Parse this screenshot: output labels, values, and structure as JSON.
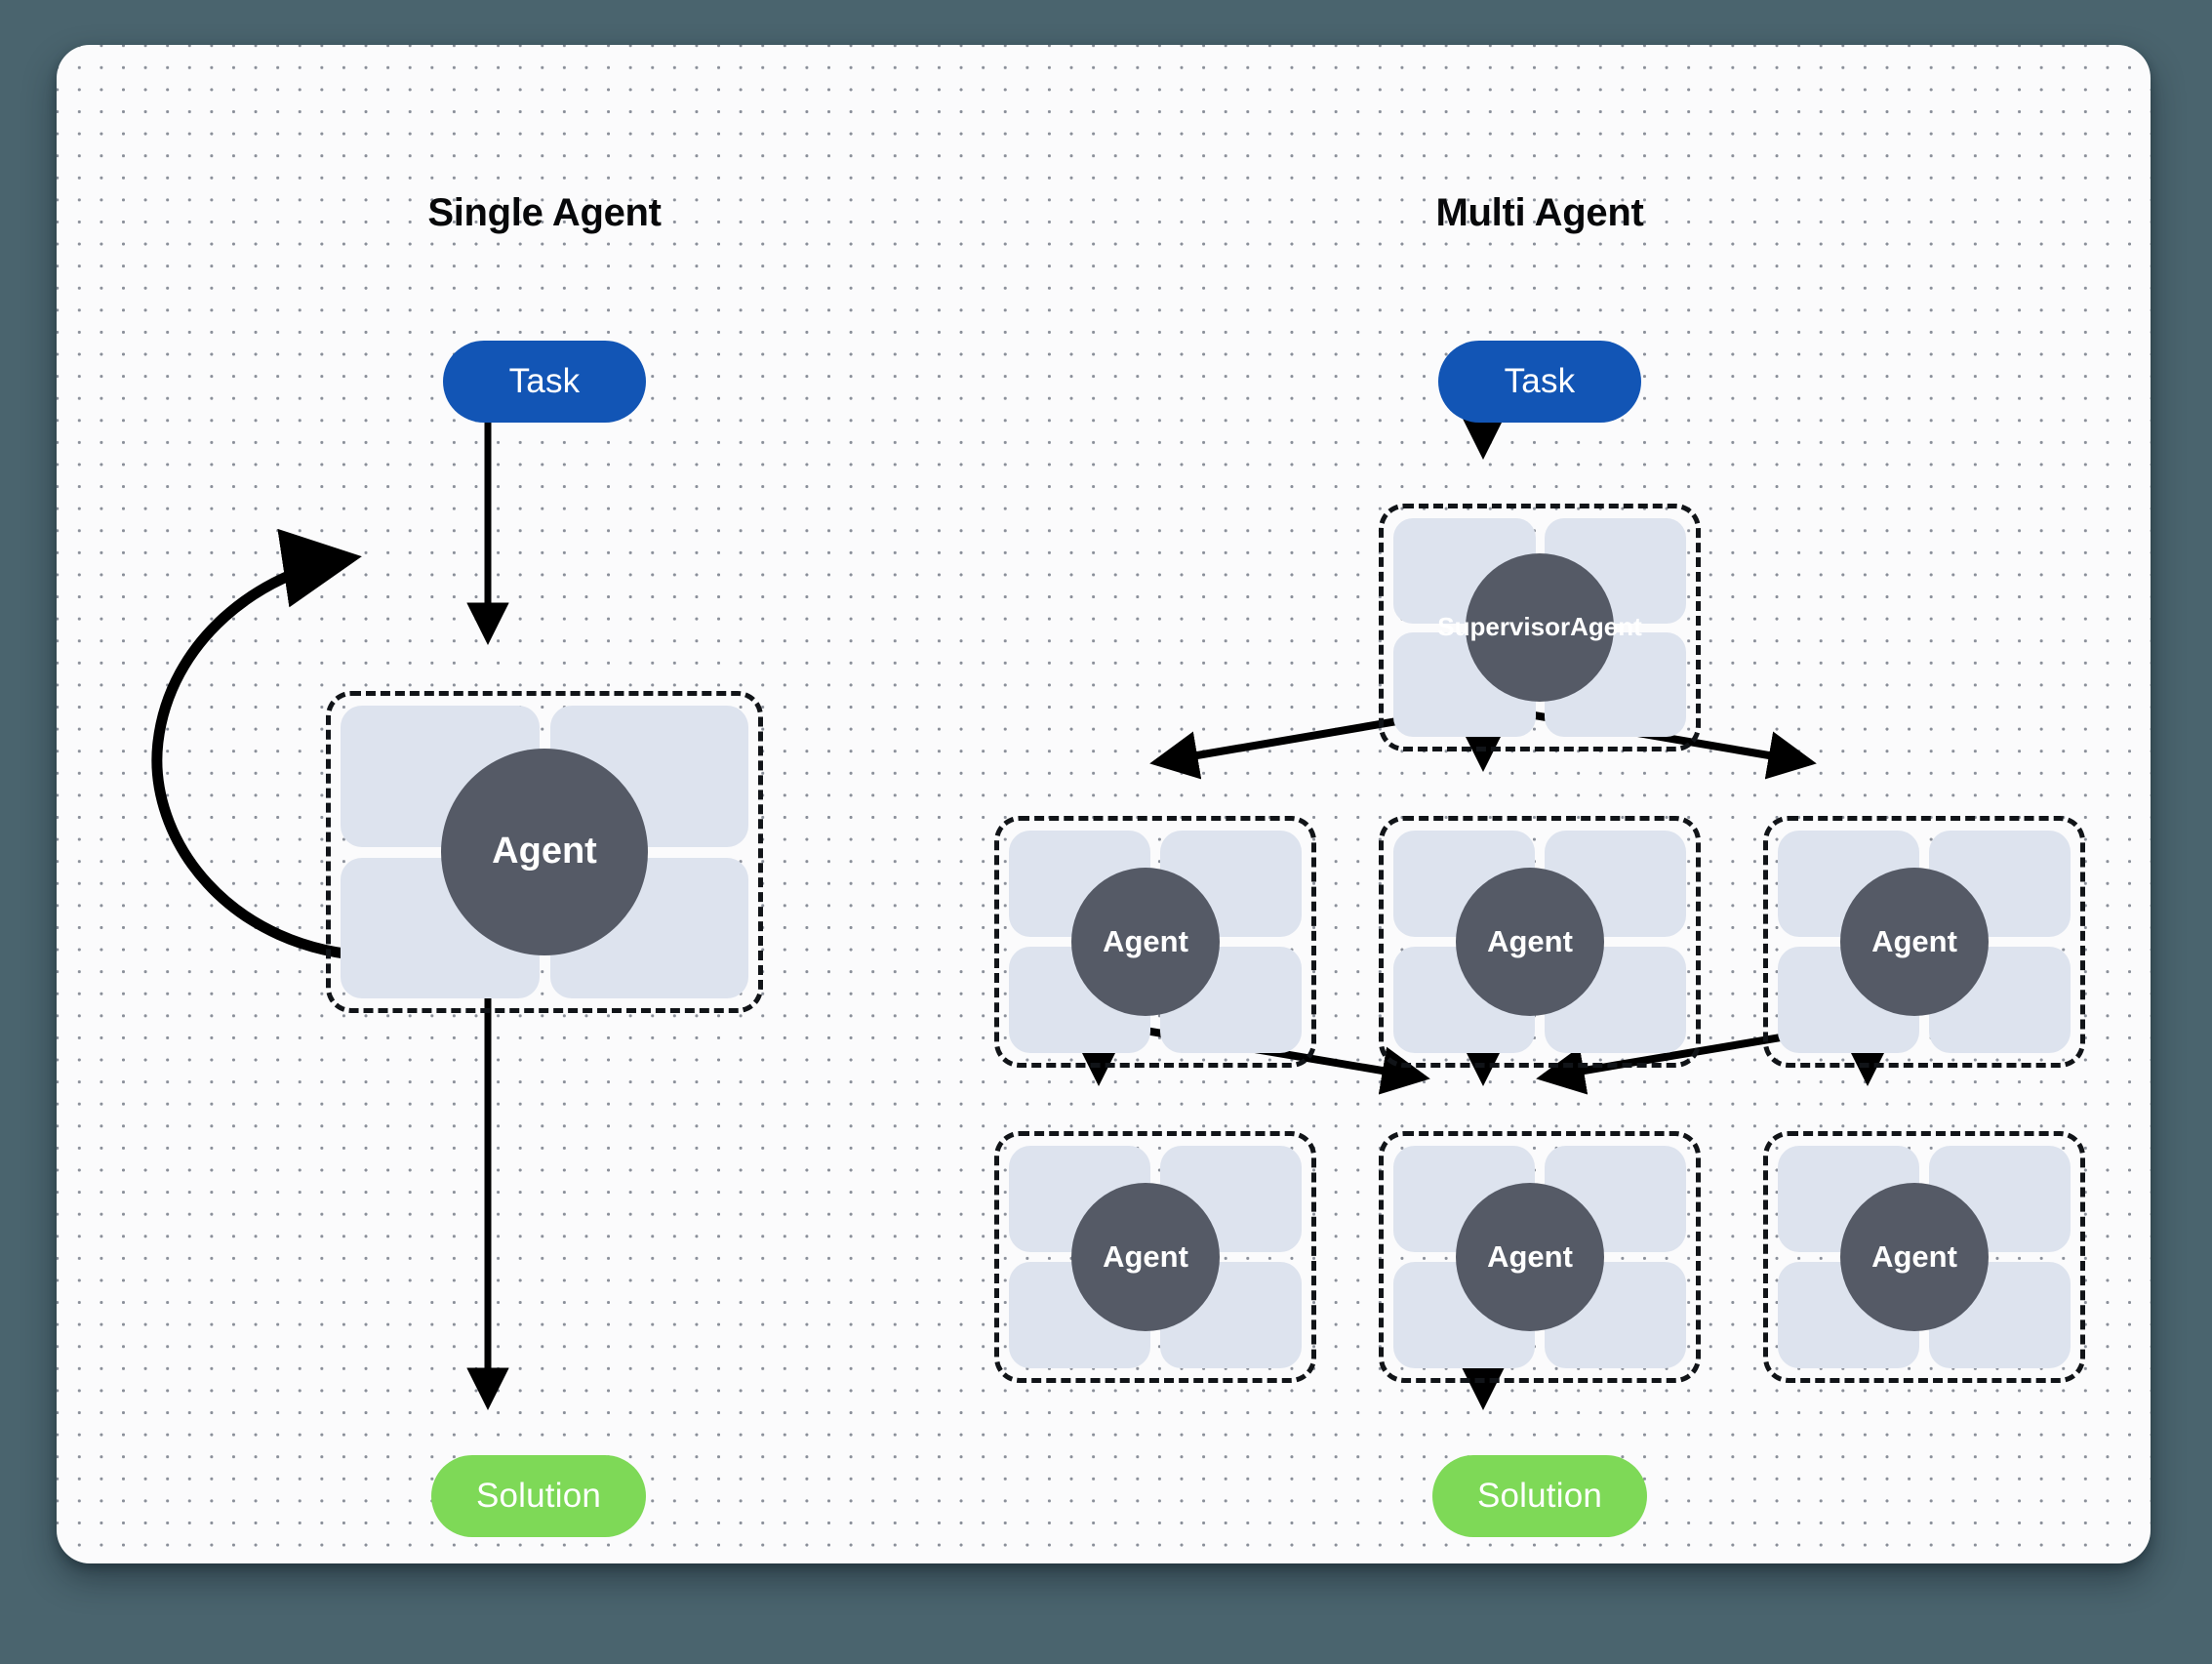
{
  "canvas": {
    "background_color": "#fbfbfc",
    "outer_background_color": "#4a646e",
    "dot_color": "#8a8f99"
  },
  "colors": {
    "task_pill": "#1255b5",
    "solution_pill": "#7ed957",
    "agent_disc": "#555a66",
    "agent_tile": "#dde3ee",
    "dashed_border": "#111418",
    "arrow": "#000000",
    "title_text": "#07080a"
  },
  "panels": [
    {
      "id": "single-agent",
      "title": "Single Agent",
      "nodes": {
        "task": {
          "label": "Task",
          "type": "pill",
          "color": "#1255b5"
        },
        "agent": {
          "label": "Agent",
          "type": "agent-card",
          "tiles": 4
        },
        "solution": {
          "label": "Solution",
          "type": "pill",
          "color": "#7ed957"
        }
      },
      "edges": [
        {
          "from": "task",
          "to": "agent",
          "style": "straight-arrow"
        },
        {
          "from": "agent",
          "to": "agent",
          "style": "self-loop-arrow"
        },
        {
          "from": "agent",
          "to": "solution",
          "style": "straight-arrow"
        }
      ]
    },
    {
      "id": "multi-agent",
      "title": "Multi Agent",
      "nodes": {
        "task": {
          "label": "Task",
          "type": "pill",
          "color": "#1255b5"
        },
        "supervisor": {
          "label_line1": "Supervisor",
          "label_line2": "Agent",
          "type": "agent-card",
          "tiles": 4
        },
        "row1": [
          {
            "label": "Agent",
            "type": "agent-card",
            "tiles": 4
          },
          {
            "label": "Agent",
            "type": "agent-card",
            "tiles": 4
          },
          {
            "label": "Agent",
            "type": "agent-card",
            "tiles": 4
          }
        ],
        "row2": [
          {
            "label": "Agent",
            "type": "agent-card",
            "tiles": 4
          },
          {
            "label": "Agent",
            "type": "agent-card",
            "tiles": 4
          },
          {
            "label": "Agent",
            "type": "agent-card",
            "tiles": 4
          }
        ],
        "solution": {
          "label": "Solution",
          "type": "pill",
          "color": "#7ed957"
        }
      },
      "edges": [
        {
          "from": "task",
          "to": "supervisor",
          "style": "straight-arrow"
        },
        {
          "from": "supervisor",
          "to": "row1.0",
          "style": "diagonal-arrow"
        },
        {
          "from": "supervisor",
          "to": "row1.1",
          "style": "straight-arrow"
        },
        {
          "from": "supervisor",
          "to": "row1.2",
          "style": "diagonal-arrow"
        },
        {
          "from": "row1.0",
          "to": "row2.0",
          "style": "straight-arrow"
        },
        {
          "from": "row1.0",
          "to": "row2.1",
          "style": "diagonal-arrow"
        },
        {
          "from": "row1.1",
          "to": "row2.1",
          "style": "straight-arrow"
        },
        {
          "from": "row1.2",
          "to": "row2.1",
          "style": "diagonal-arrow"
        },
        {
          "from": "row1.2",
          "to": "row2.2",
          "style": "straight-arrow"
        },
        {
          "from": "row2.1",
          "to": "solution",
          "style": "straight-arrow"
        }
      ]
    }
  ]
}
